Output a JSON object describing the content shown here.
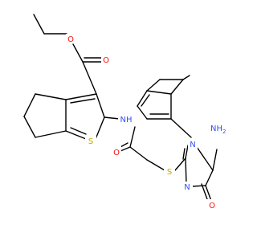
{
  "structure": {
    "atom_labels": {
      "ester_o1": "O",
      "ester_o2": "O",
      "thio_s1": "S",
      "amide_nh": "NH",
      "amide_o": "O",
      "thioether_s": "S",
      "pyr_n1": "N",
      "amino_nh2": "NH",
      "amino_sub": "2",
      "pyr_n2": "N",
      "pyr_o": "O"
    },
    "colors": {
      "bond": "#000000",
      "oxygen": "#ff0d0d",
      "nitrogen": "#3050f8",
      "sulfur": "#c6a800",
      "background": "#ffffff"
    }
  }
}
